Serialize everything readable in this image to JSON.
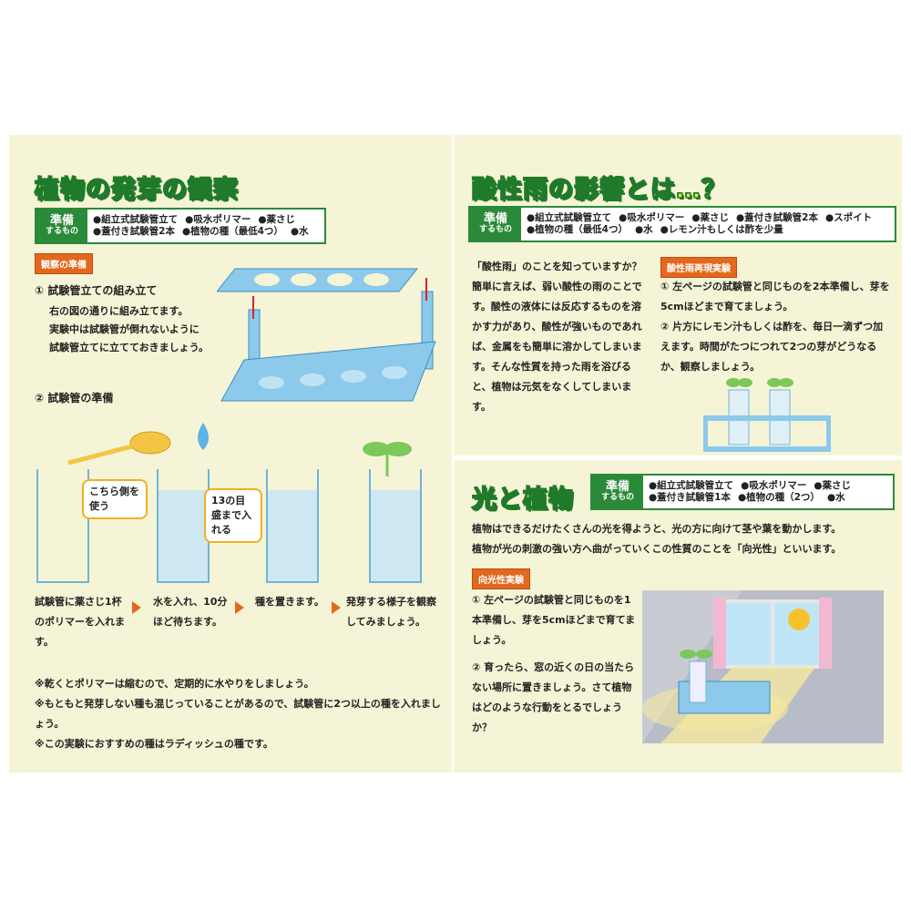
{
  "left": {
    "title": "植物の発芽の観察",
    "prep": {
      "label": "準備",
      "sub": "するもの",
      "items": [
        "●組立式試験管立て",
        "●吸水ポリマー",
        "●薬さじ",
        "●蓋付き試験管2本",
        "●植物の種（最低4つ）",
        "●水"
      ]
    },
    "tag": "観察の準備",
    "step1": {
      "heading": "① 試験管立ての組み立て",
      "lines": [
        "右の図の通りに組み立てます。",
        "実験中は試験管が倒れないように",
        "試験管立てに立てておきましょう。"
      ]
    },
    "step2": {
      "heading": "② 試験管の準備"
    },
    "bubble1": "こちら側を使う",
    "bubble2": "13の目盛まで入れる",
    "captions": [
      "試験管に薬さじ1杯のポリマーを入れます。",
      "水を入れ、10分ほど待ちます。",
      "種を置きます。",
      "発芽する様子を観察してみましょう。"
    ],
    "notes": [
      "※乾くとポリマーは縮むので、定期的に水やりをしましょう。",
      "※もともと発芽しない種も混じっていることがあるので、試験管に2つ以上の種を入れましょう。",
      "※この実験におすすめの種はラディッシュの種です。"
    ]
  },
  "right_top": {
    "title": "酸性雨の影響とは…？",
    "prep": {
      "label": "準備",
      "sub": "するもの",
      "items": [
        "●組立式試験管立て",
        "●吸水ポリマー",
        "●薬さじ",
        "●蓋付き試験管2本",
        "●スポイト",
        "●植物の種（最低4つ）",
        "●水",
        "●レモン汁もしくは酢を少量"
      ]
    },
    "body": [
      "「酸性雨」のことを知っていますか？",
      "簡単に言えば、弱い酸性の雨のことです。酸性の液体には反応するものを溶かす力があり、酸性が強いものであれば、金属をも簡単に溶かしてしまいます。そんな性質を持った雨を浴びると、植物は元気をなくしてしまいます。"
    ],
    "tag": "酸性雨再現実験",
    "steps": [
      "① 左ページの試験管と同じものを2本準備し、芽を5cmほどまで育てましょう。",
      "② 片方にレモン汁もしくは酢を、毎日一滴ずつ加えます。時間がたつにつれて2つの芽がどうなるか、観察しましょう。"
    ]
  },
  "right_bottom": {
    "title": "光と植物",
    "prep": {
      "label": "準備",
      "sub": "するもの",
      "items": [
        "●組立式試験管立て",
        "●吸水ポリマー",
        "●薬さじ",
        "●蓋付き試験管1本",
        "●植物の種（2つ）",
        "●水"
      ]
    },
    "body": [
      "植物はできるだけたくさんの光を得ようと、光の方に向けて茎や葉を動かします。",
      "植物が光の刺激の強い方へ曲がっていくこの性質のことを「向光性」といいます。"
    ],
    "tag": "向光性実験",
    "steps": [
      "① 左ページの試験管と同じものを1本準備し、芽を5cmほどまで育てましょう。",
      "② 育ったら、窓の近くの日の当たらない場所に置きましょう。さて植物はどのような行動をとるでしょうか？"
    ]
  }
}
